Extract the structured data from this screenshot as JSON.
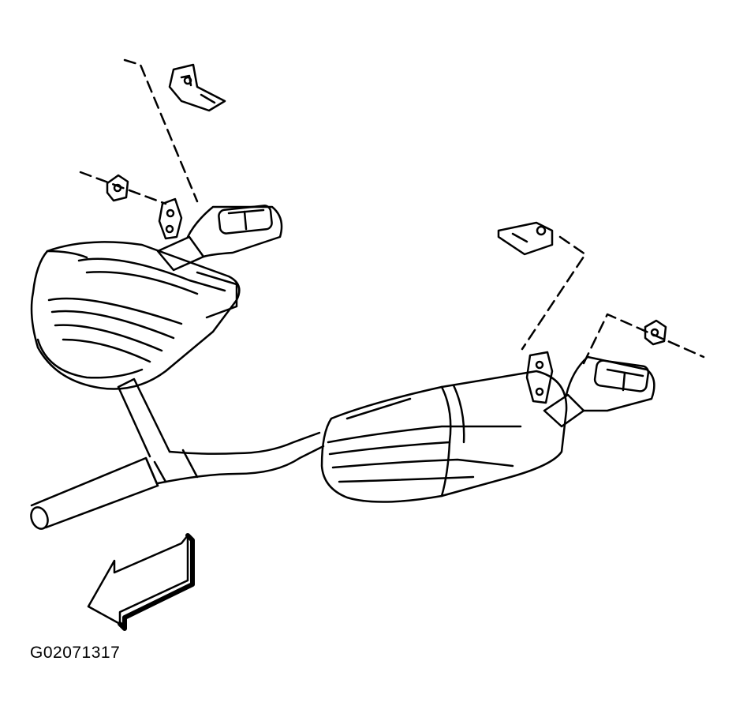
{
  "figure": {
    "id_label": "G02071317"
  },
  "colors": {
    "line": "#000000",
    "background": "#ffffff"
  },
  "parts": [
    {
      "name": "muffler-left",
      "icon": "muffler-icon"
    },
    {
      "name": "muffler-right",
      "icon": "muffler-icon"
    },
    {
      "name": "exhaust-tip-left",
      "icon": "exhaust-tip-icon"
    },
    {
      "name": "exhaust-tip-right",
      "icon": "exhaust-tip-icon"
    },
    {
      "name": "hanger-bracket-left",
      "icon": "bracket-icon"
    },
    {
      "name": "hanger-bracket-right",
      "icon": "bracket-icon"
    },
    {
      "name": "retaining-nut-left",
      "icon": "nut-icon"
    },
    {
      "name": "retaining-nut-right",
      "icon": "nut-icon"
    },
    {
      "name": "y-pipe",
      "icon": "pipe-icon"
    },
    {
      "name": "direction-arrow",
      "icon": "arrow-left-icon"
    }
  ]
}
